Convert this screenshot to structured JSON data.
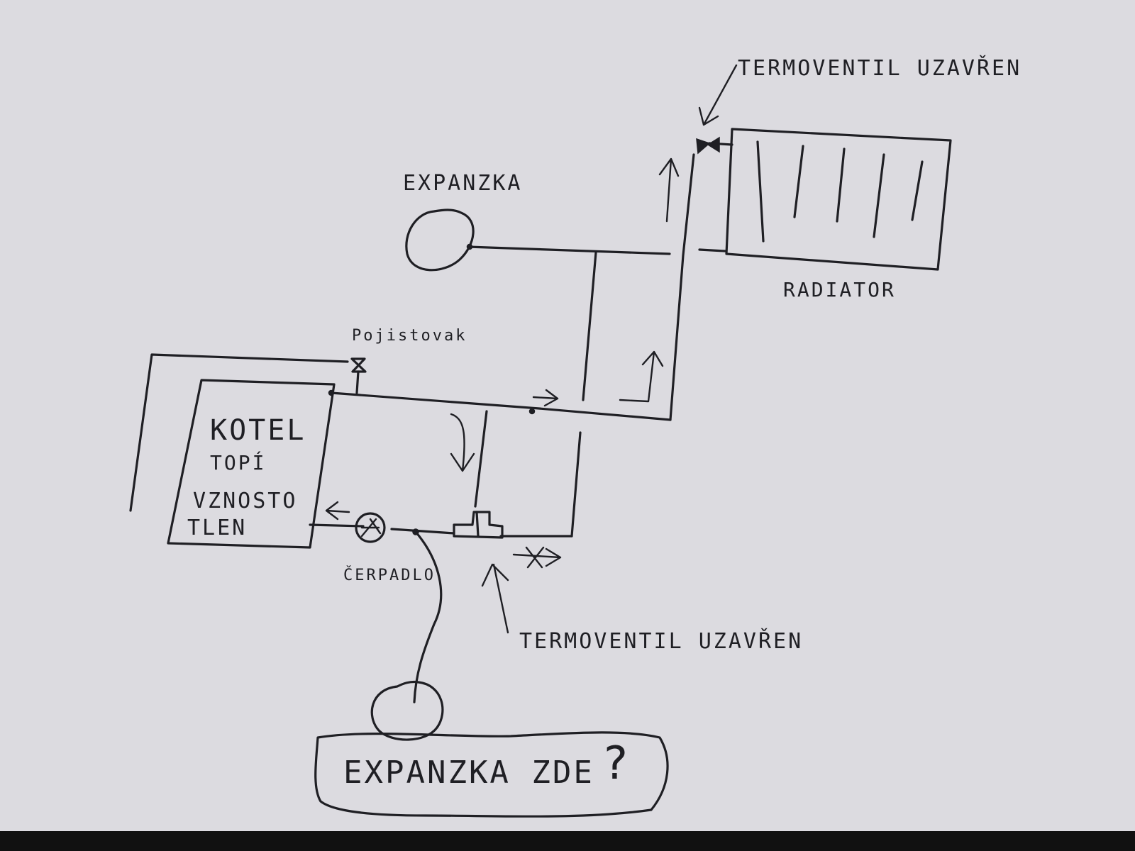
{
  "labels": {
    "expansion_top": "EXPANZKA",
    "radiator": "RADIATOR",
    "thermo_valve_top": "TERMOVENTIL UZAVŘEN",
    "safety_valve": "Pojistovak",
    "boiler_line1": "KOTEL",
    "boiler_line2": "TOPÍ",
    "boiler_line3": "VZNOSTO",
    "boiler_line4": "TLEN",
    "pump": "ČERPADLO",
    "thermo_valve_bottom": "TERMOVENTIL UZAVŘEN",
    "expansion_bottom": "EXPANZKA ZDE",
    "question_mark": "?"
  },
  "colors": {
    "paper": "#dcdbe0",
    "ink": "#1f1f24",
    "bottom_band": "#111111"
  }
}
